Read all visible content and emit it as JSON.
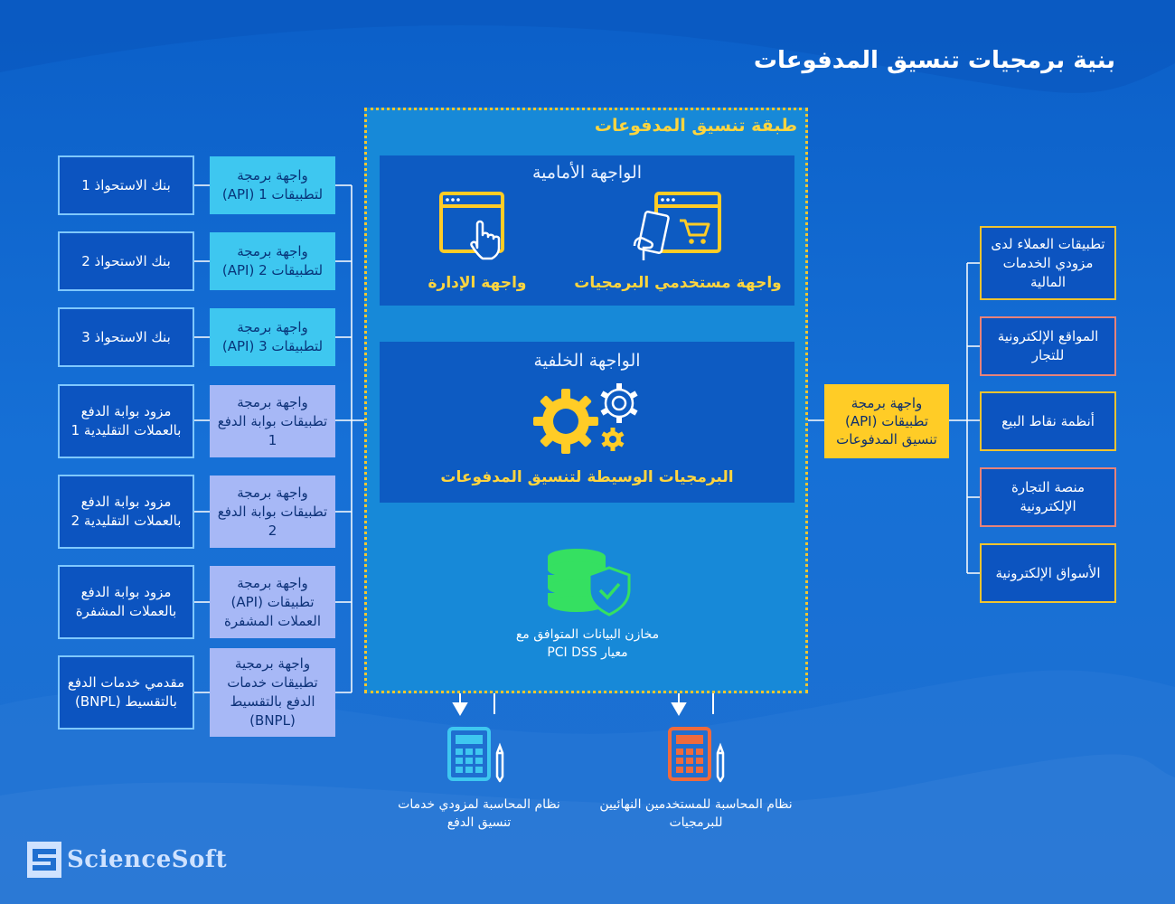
{
  "title": "بنية برمجيات تنسيق المدفوعات",
  "layer": {
    "title": "طبقة تنسيق المدفوعات",
    "frontend": {
      "title": "الواجهة الأمامية",
      "admin_label": "واجهة الإدارة",
      "user_label": "واجهة مستخدمي البرمجيات"
    },
    "backend": {
      "title": "الواجهة الخلفية",
      "middleware_label": "البرمجيات الوسيطة لتنسيق المدفوعات"
    },
    "datastore_label": "مخازن البيانات المتوافق مع معيار PCI DSS"
  },
  "left_rows": [
    {
      "provider": "بنك الاستحواذ 1",
      "api": "واجهة برمجة لتطبيقات 1 (API)"
    },
    {
      "provider": "بنك الاستحواذ 2",
      "api": "واجهة برمجة لتطبيقات 2 (API)"
    },
    {
      "provider": "بنك الاستحواذ 3",
      "api": "واجهة برمجة لتطبيقات 3 (API)"
    },
    {
      "provider": "مزود بوابة الدفع بالعملات التقليدية 1",
      "api": "واجهة برمجة تطبيقات بوابة الدفع 1"
    },
    {
      "provider": "مزود بوابة الدفع بالعملات التقليدية 2",
      "api": "واجهة برمجة تطبيقات بوابة الدفع 2"
    },
    {
      "provider": "مزود بوابة الدفع بالعملات المشفرة",
      "api": "واجهة برمجة تطبيقات (API) العملات المشفرة"
    },
    {
      "provider": "مقدمي خدمات الدفع بالتقسيط (BNPL)",
      "api": "واجهة برمجية تطبيقات خدمات الدفع بالتقسيط (BNPL)"
    }
  ],
  "api_orchestration": "واجهة برمجة تطبيقات (API) تنسيق المدفوعات",
  "right_items": [
    "تطبيقات العملاء لدى مزودي الخدمات المالية",
    "المواقع الإلكترونية للتجار",
    "أنظمة نقاط البيع",
    "منصة التجارة الإلكترونية",
    "الأسواق الإلكترونية"
  ],
  "accounting": {
    "providers": "نظام المحاسبة لمزودي خدمات تنسيق الدفع",
    "end_users": "نظام المحاسبة للمستخدمين النهائيين للبرمجيات"
  },
  "logo": "ScienceSoft",
  "colors": {
    "accent_gold": "#ffd53f",
    "api_cyan": "#3ec7f0",
    "api_lavender": "#a7b8f6",
    "panel_blue": "#0d5bc2",
    "border_pink": "#e7837a"
  }
}
